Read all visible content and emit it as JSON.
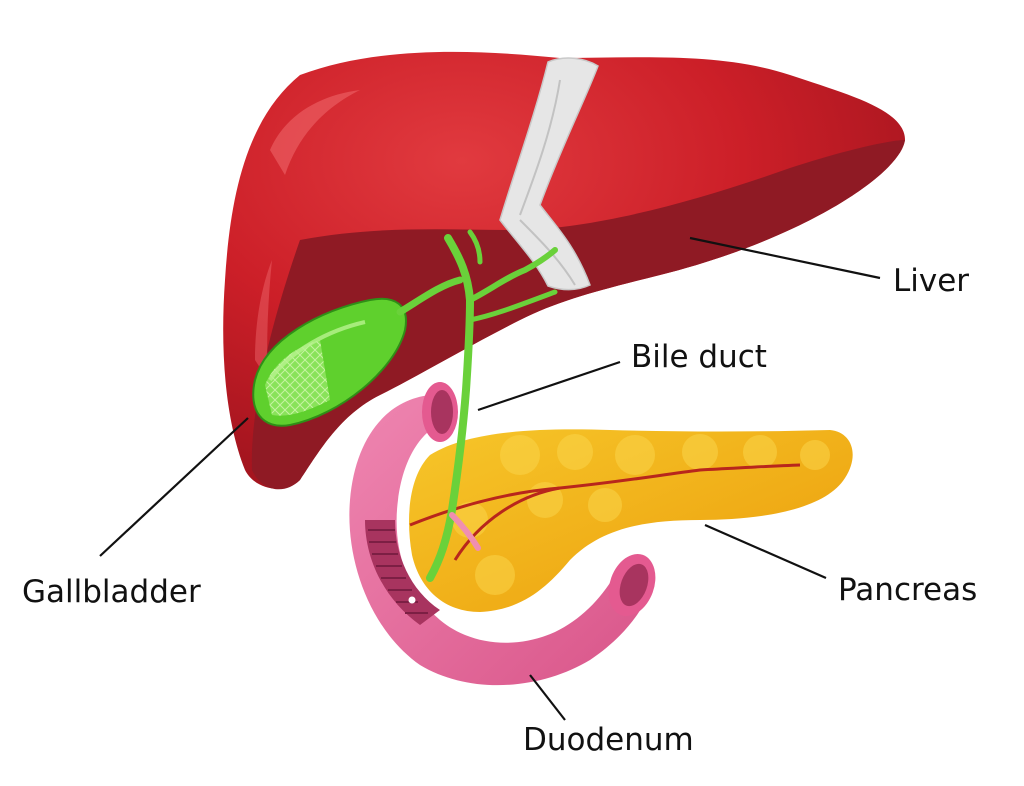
{
  "labels": {
    "liver": "Liver",
    "bile_duct": "Bile duct",
    "gallbladder": "Gallbladder",
    "pancreas": "Pancreas",
    "duodenum": "Duodenum"
  },
  "colors": {
    "liver": "#cc1f28",
    "liver_shadow": "#8f1a24",
    "ligament": "#e6e6e6",
    "gallbladder": "#5fd02d",
    "bile_duct": "#6ad13a",
    "pancreas": "#f2b61a",
    "pancreas_vessel": "#b8261c",
    "duodenum": "#e8699b",
    "duodenum_inner": "#a8345f",
    "leader_line": "#111111"
  }
}
